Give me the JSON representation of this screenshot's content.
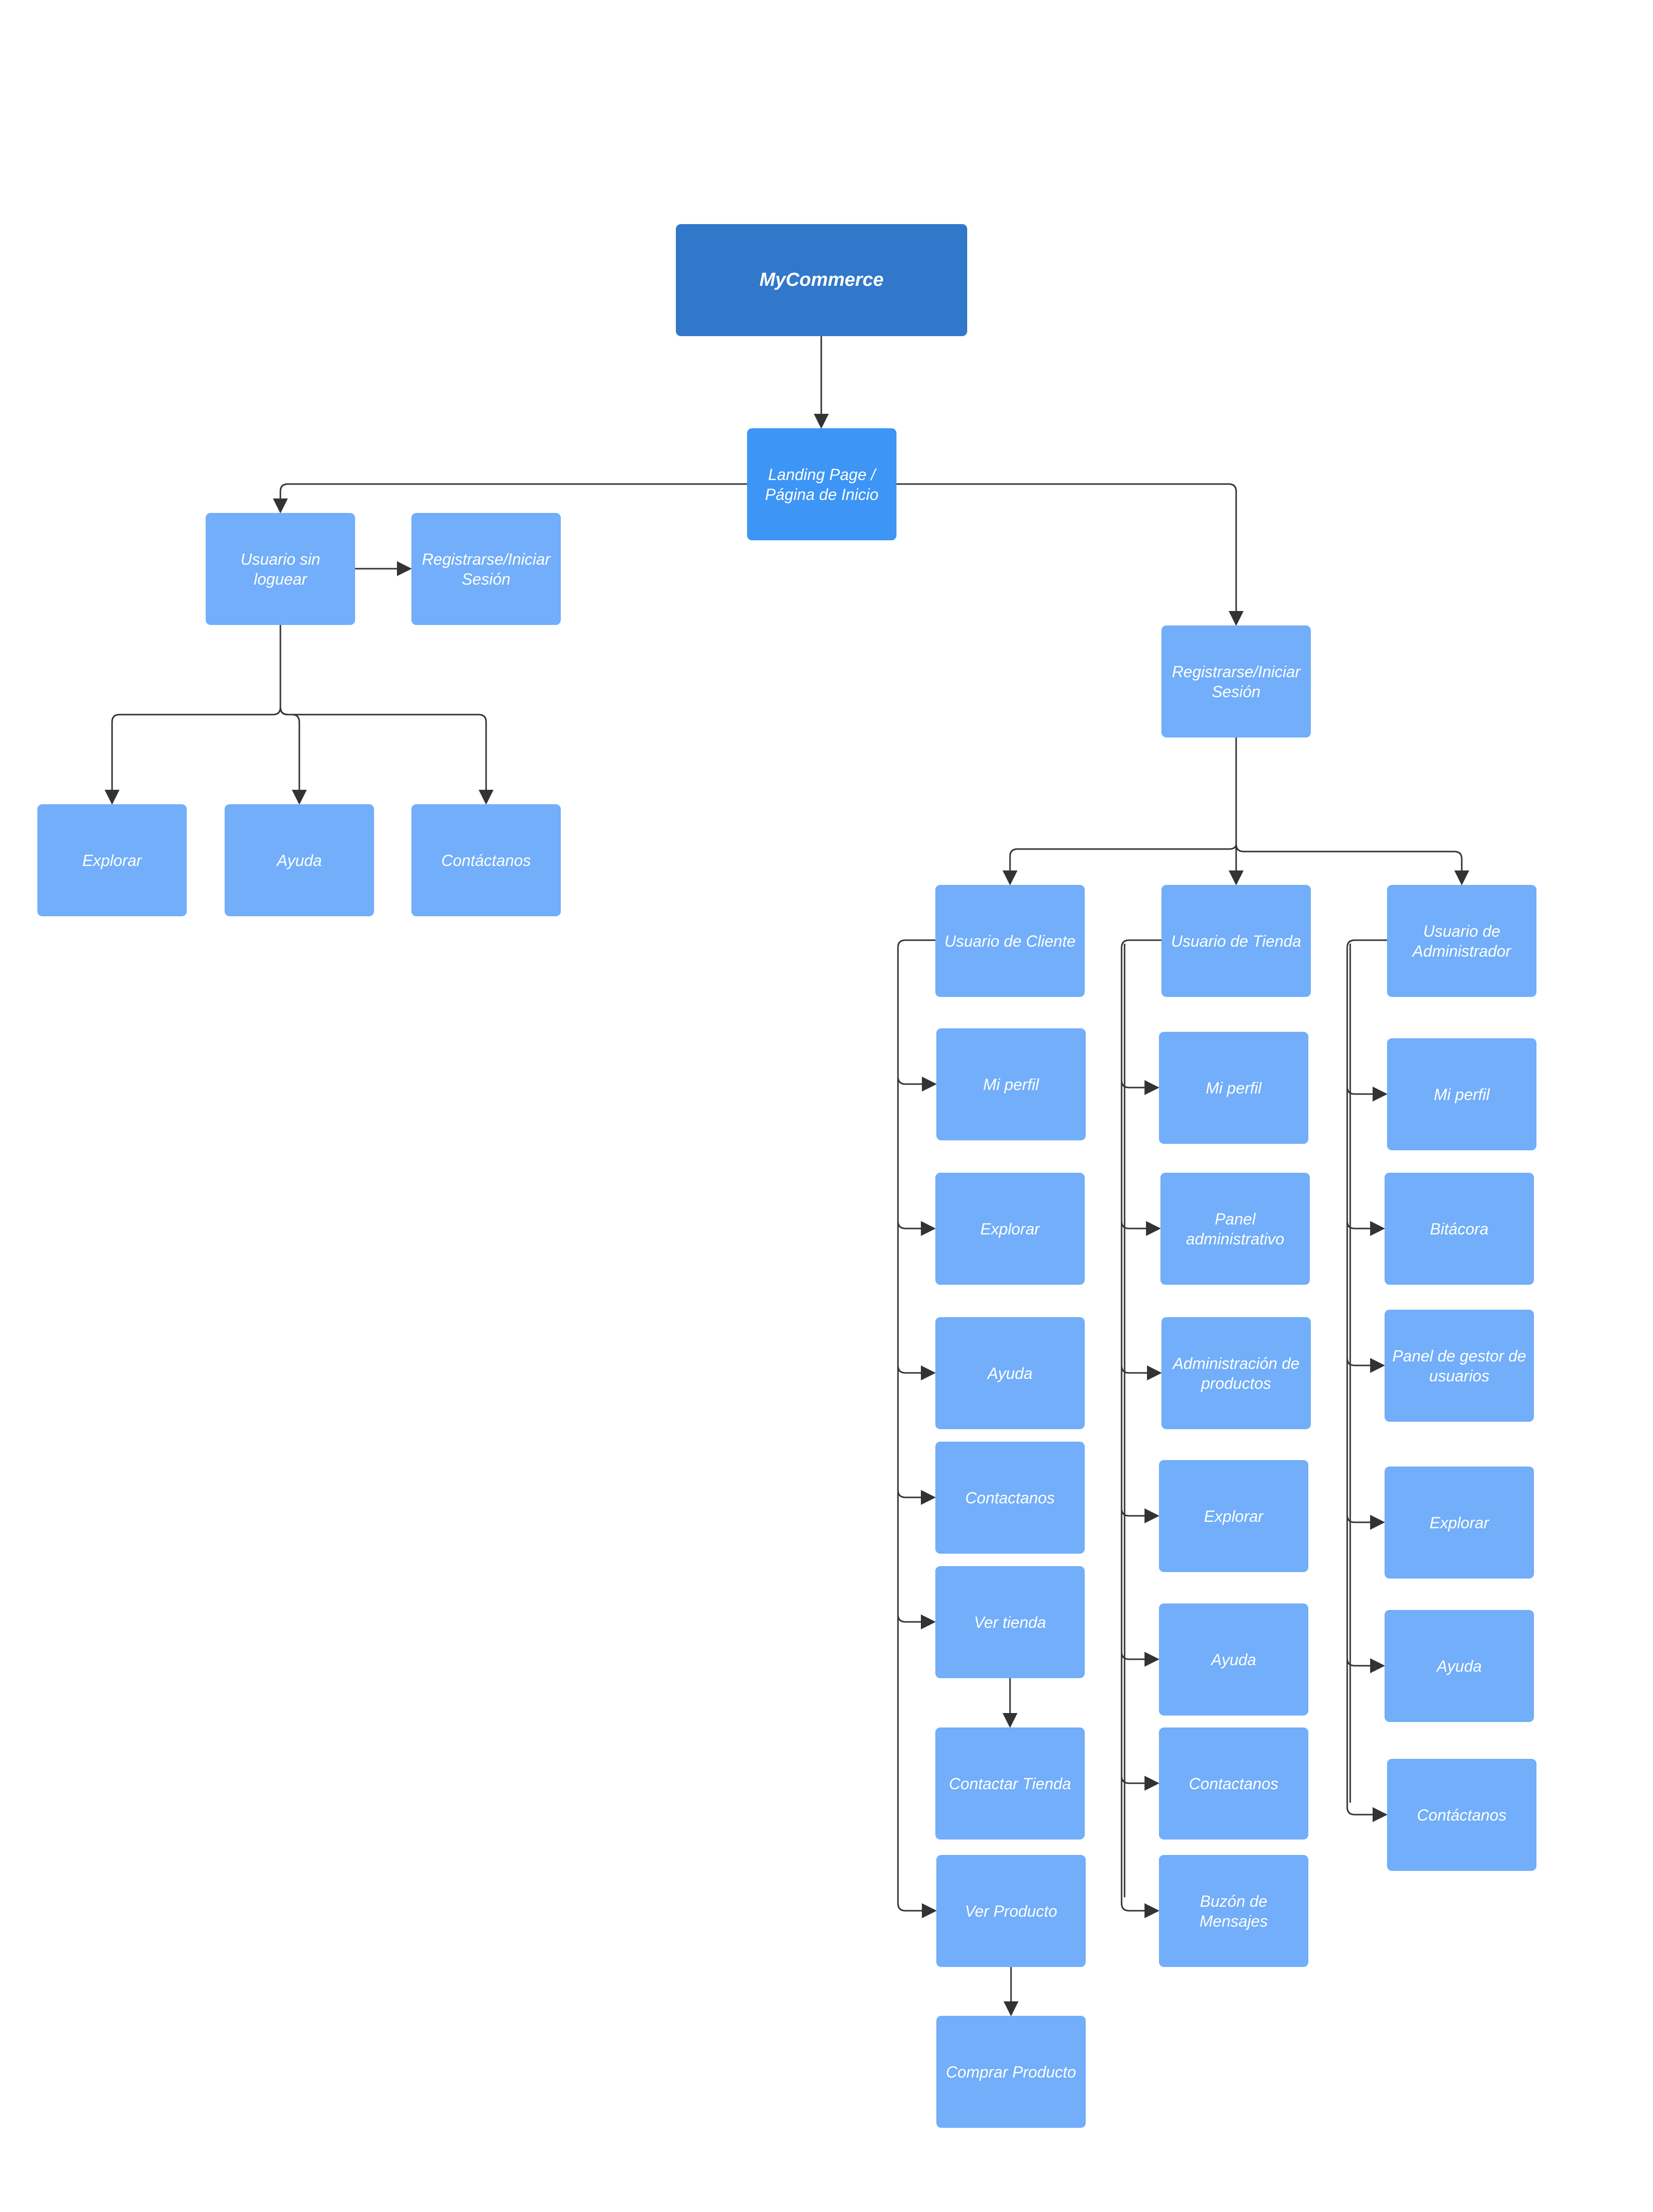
{
  "colors": {
    "root": "#3178CB",
    "landing": "#3D95F5",
    "node": "#72AEF9",
    "connector": "#333333",
    "label": "#FFFFFF"
  },
  "nodes": {
    "root": "MyCommerce",
    "landing": "Landing Page / Página de Inicio",
    "guest": "Usuario sin loguear",
    "guest_register": "Registrarse/Iniciar Sesión",
    "guest_explore": "Explorar",
    "guest_help": "Ayuda",
    "guest_contact": "Contáctanos",
    "login": "Registrarse/Iniciar Sesión",
    "client": "Usuario de Cliente",
    "store": "Usuario de Tienda",
    "admin": "Usuario de Administrador",
    "client_profile": "Mi perfil",
    "client_explore": "Explorar",
    "client_help": "Ayuda",
    "client_contact": "Contactanos",
    "client_view_store": "Ver tienda",
    "client_contact_store": "Contactar Tienda",
    "client_view_product": "Ver Producto",
    "client_buy_product": "Comprar Producto",
    "store_profile": "Mi perfil",
    "store_admin_panel": "Panel administrativo",
    "store_products_admin": "Administración de productos",
    "store_explore": "Explorar",
    "store_help": "Ayuda",
    "store_contact": "Contactanos",
    "store_inbox": "Buzón de Mensajes",
    "admin_profile": "Mi perfil",
    "admin_log": "Bitácora",
    "admin_user_panel": "Panel de gestor de usuarios",
    "admin_explore": "Explorar",
    "admin_help": "Ayuda",
    "admin_contact": "Contáctanos"
  }
}
